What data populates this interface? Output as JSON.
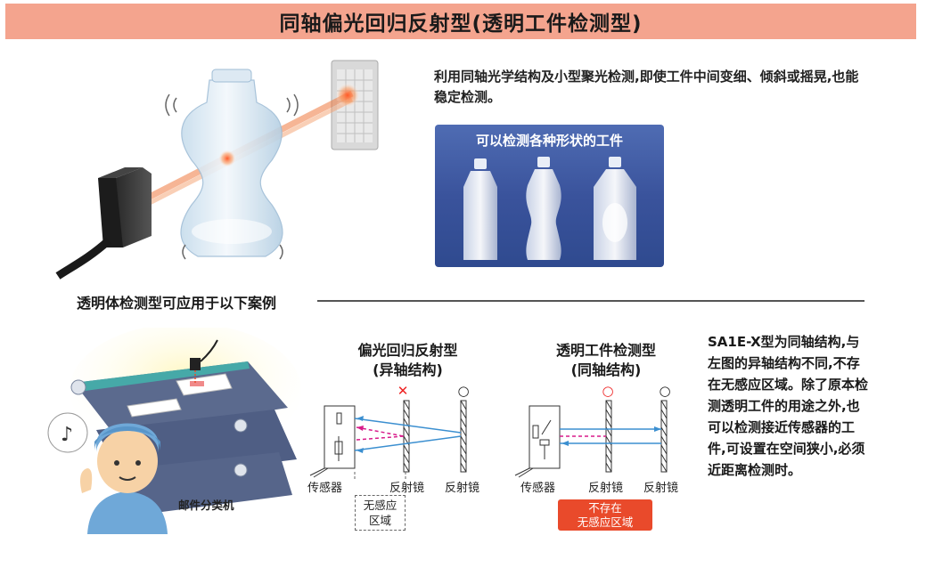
{
  "title": "同轴偏光回归反射型(透明工件检测型)",
  "description": "利用同轴光学结构及小型聚光检测,即使工件中间变细、倾斜或摇晃,也能稳定检测。",
  "panel": {
    "title": "可以检测各种形状的工件"
  },
  "section_heading": "透明体检测型可应用于以下案例",
  "mail_sorter_label": "邮件分类机",
  "diagram_left": {
    "title_line1": "偏光回归反射型",
    "title_line2": "(异轴结构)",
    "sensor_label": "传感器",
    "reflector1_label": "反射镜",
    "reflector2_label": "反射镜",
    "mark1": "✕",
    "mark2": "○",
    "no_zone_line1": "无感应",
    "no_zone_line2": "区域"
  },
  "diagram_right": {
    "title_line1": "透明工件检测型",
    "title_line2": "(同轴结构)",
    "sensor_label": "传感器",
    "reflector1_label": "反射镜",
    "reflector2_label": "反射镜",
    "mark1": "○",
    "mark2": "○",
    "badge_line1": "不存在",
    "badge_line2": "无感应区域"
  },
  "right_text": "SA1E-X型为同轴结构,与左图的异轴结构不同,不存在无感应区域。除了原本检测透明工件的用途之外,也可以检测接近传感器的工件,可设置在空间狭小,必须近距离检测时。",
  "colors": {
    "title_bg": "#f4a48e",
    "panel_bg": "#3a539c",
    "beam": "#f07a40",
    "badge": "#e94a2b",
    "solid_ray": "#3b8fd0",
    "dashed_ray": "#d81b8a"
  }
}
